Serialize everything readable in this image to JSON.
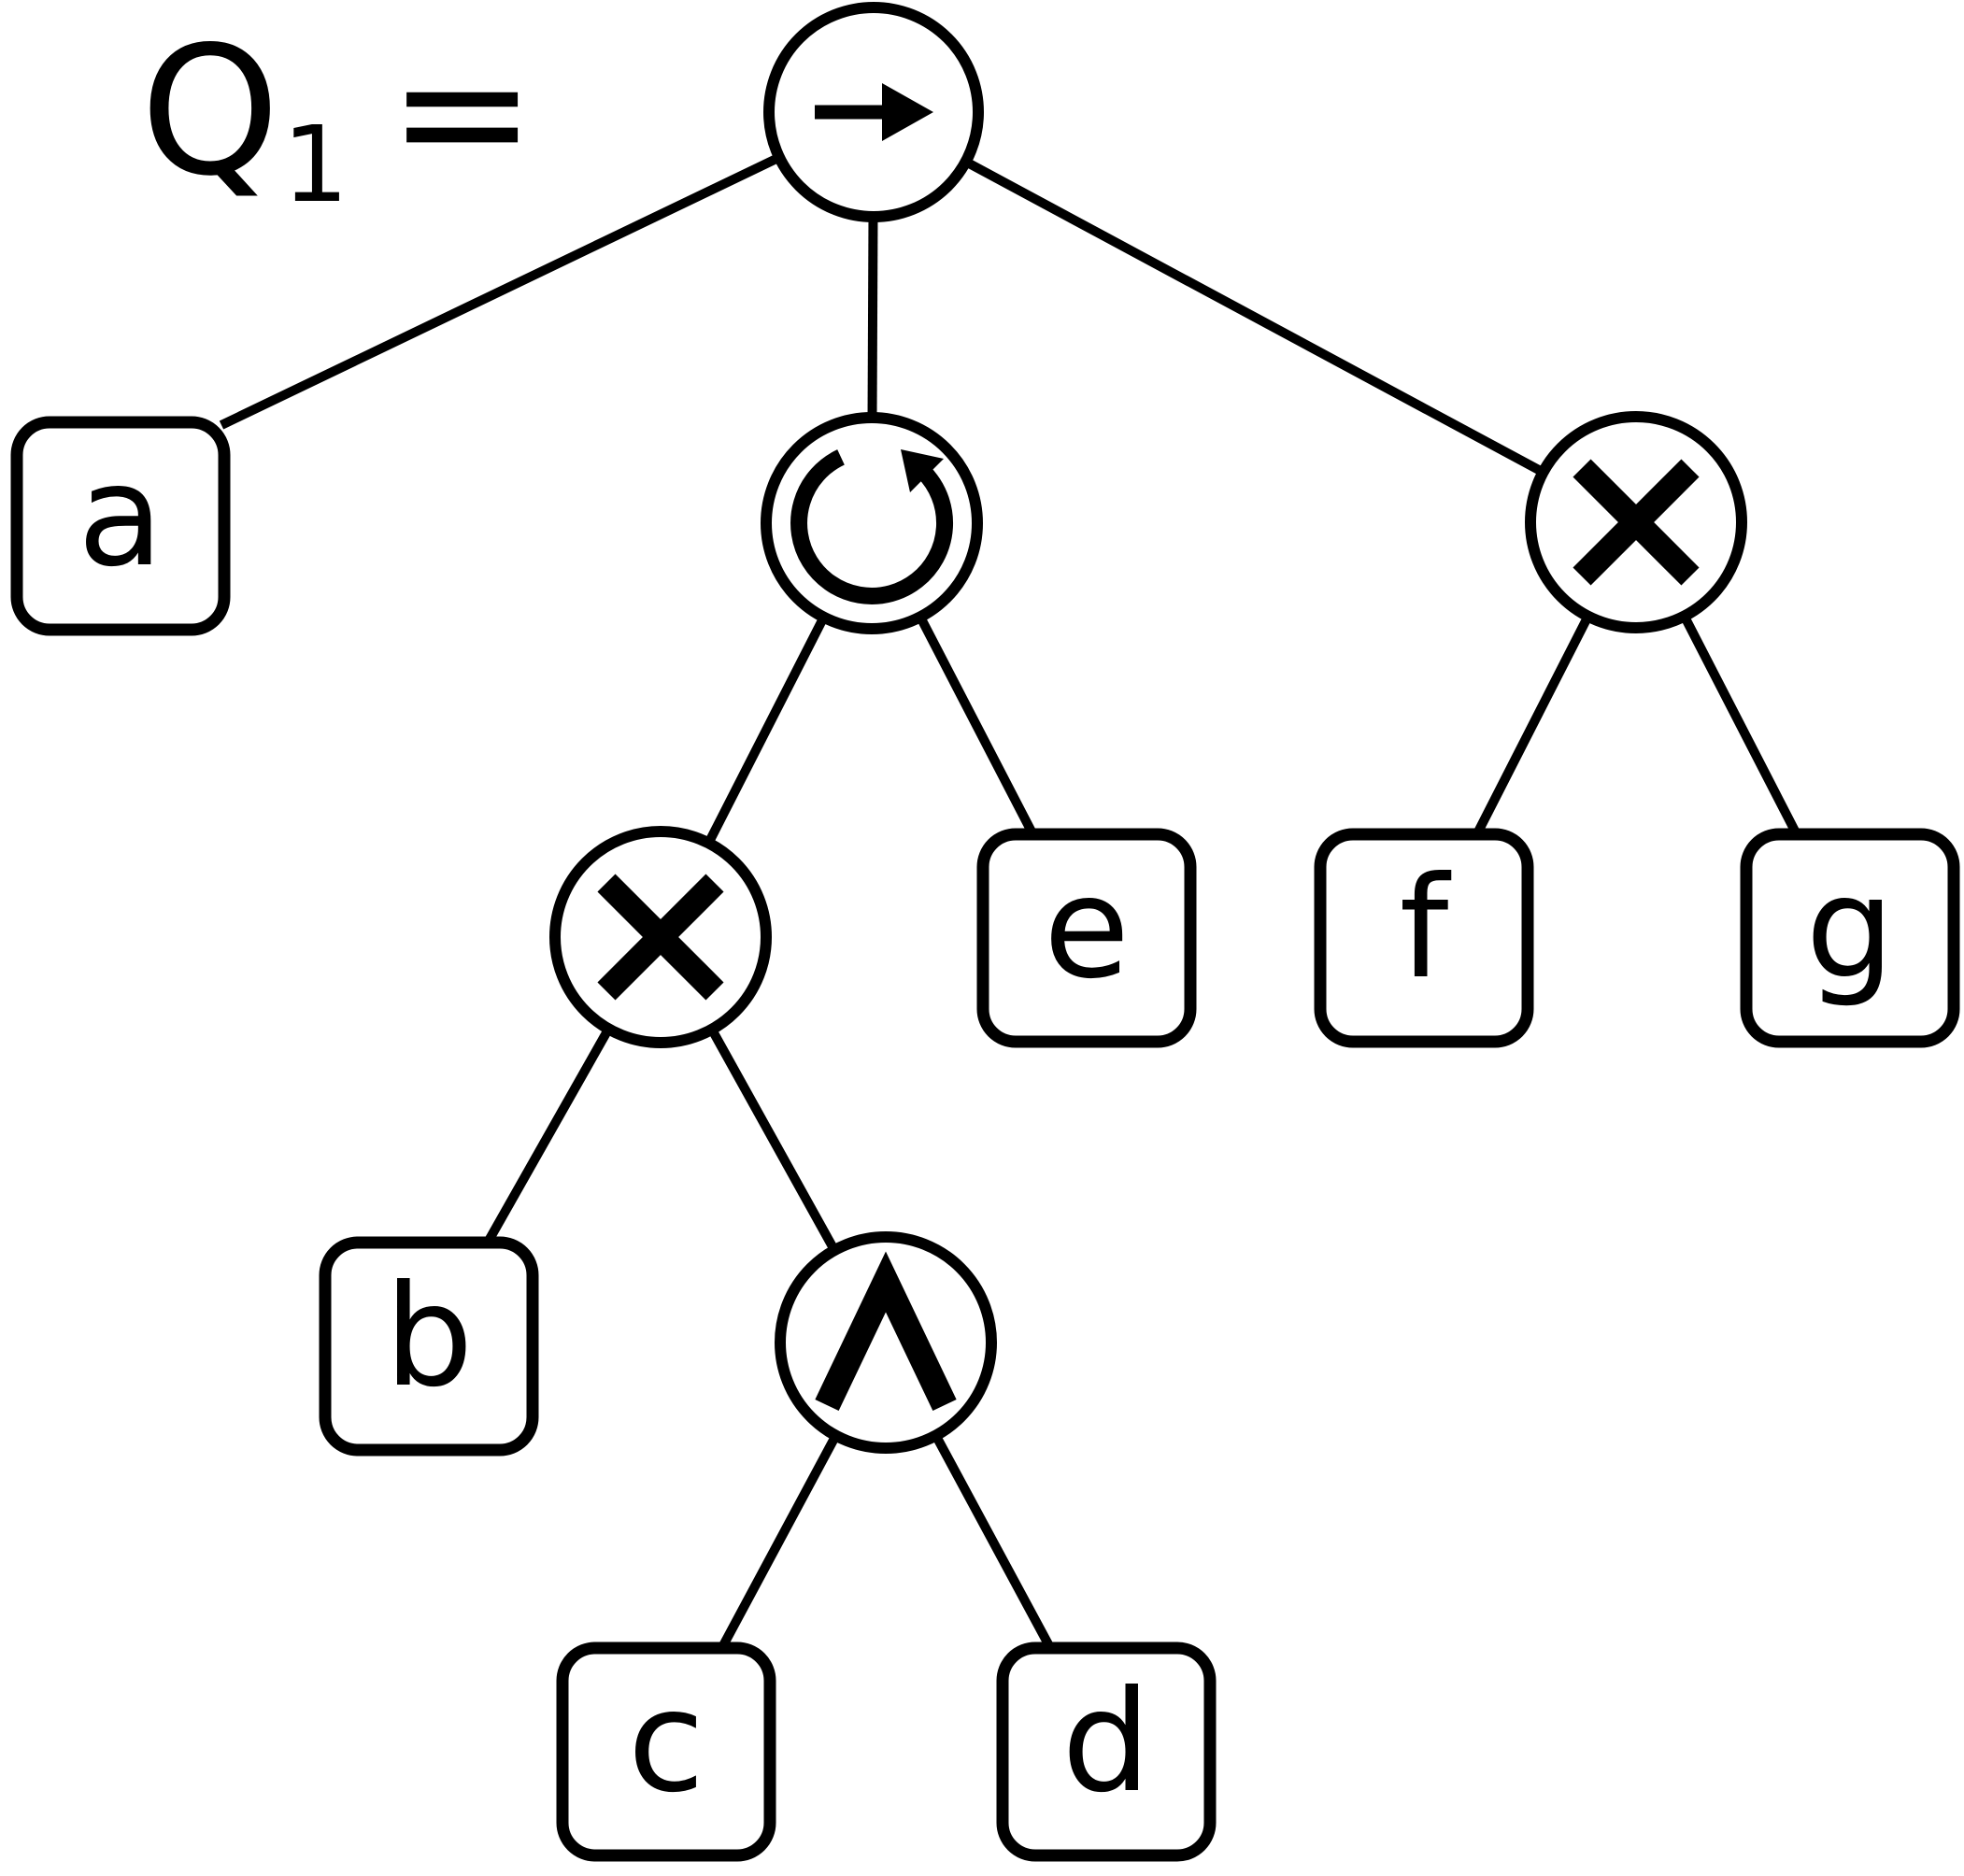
{
  "figure": {
    "label": {
      "base": "Q",
      "subscript": "1",
      "equals": "="
    }
  },
  "colors": {
    "ink": "#000000",
    "background": "#ffffff"
  },
  "tree": {
    "leaves": {
      "a": "a",
      "b": "b",
      "c": "c",
      "d": "d",
      "e": "e",
      "f": "f",
      "g": "g"
    },
    "operator_icons": {
      "root": "right-arrow",
      "iteration": "circular-arrow",
      "product_inner": "cross",
      "product_right": "cross",
      "conjunction": "wedge"
    },
    "hierarchy": {
      "node": "right-arrow",
      "children": [
        "a",
        {
          "node": "circular-arrow",
          "children": [
            {
              "node": "cross",
              "children": [
                "b",
                {
                  "node": "wedge",
                  "children": [
                    "c",
                    "d"
                  ]
                }
              ]
            },
            "e"
          ]
        },
        {
          "node": "cross",
          "children": [
            "f",
            "g"
          ]
        }
      ]
    }
  }
}
